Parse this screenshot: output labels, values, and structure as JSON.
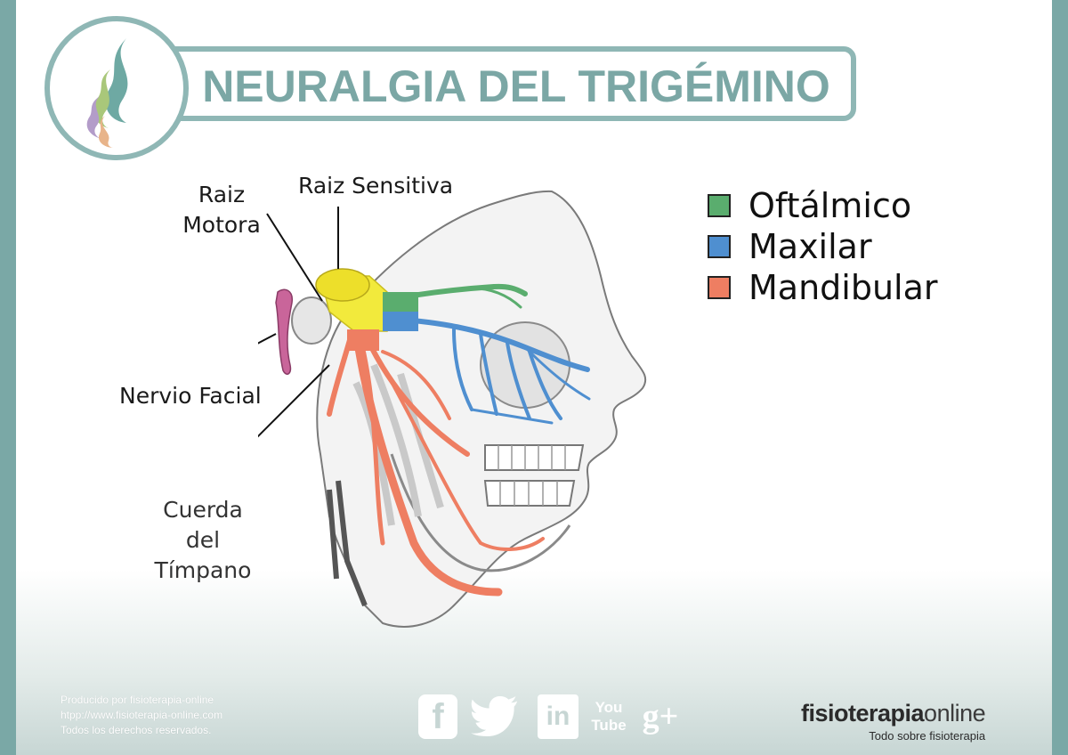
{
  "title": "NEURALGIA DEL TRIGÉMINO",
  "labels": {
    "raiz_motora_1": "Raiz",
    "raiz_motora_2": "Motora",
    "raiz_sensitiva": "Raiz Sensitiva",
    "nervio_facial": "Nervio Facial",
    "cuerda_1": "Cuerda",
    "cuerda_2": "del",
    "cuerda_3": "Tímpano"
  },
  "legend": [
    {
      "label": "Oftálmico",
      "color": "#5aad6e"
    },
    {
      "label": "Maxilar",
      "color": "#4f8fd0"
    },
    {
      "label": "Mandibular",
      "color": "#ee7e62"
    }
  ],
  "colors": {
    "sensory_root": "#f2ea3c",
    "facial_nerve": "#c9659a",
    "frame": "#7aa8a6",
    "title": "#7ba7a5"
  },
  "footer": {
    "credit_1": "Producido por fisioterapia-online",
    "credit_2": "htpp://www.fisioterapia-online.com",
    "credit_3": "Todos los derechos reservados.",
    "social": [
      {
        "icon": "facebook-icon",
        "text": "f"
      },
      {
        "icon": "twitter-icon",
        "text": ""
      },
      {
        "icon": "linkedin-icon",
        "text": "in"
      },
      {
        "icon": "youtube-icon",
        "text": "You Tube"
      },
      {
        "icon": "google-plus-icon",
        "text": "g+"
      }
    ],
    "brand_bold": "fisioterapia",
    "brand_light": "online",
    "brand_tagline": "Todo sobre fisioterapia"
  }
}
